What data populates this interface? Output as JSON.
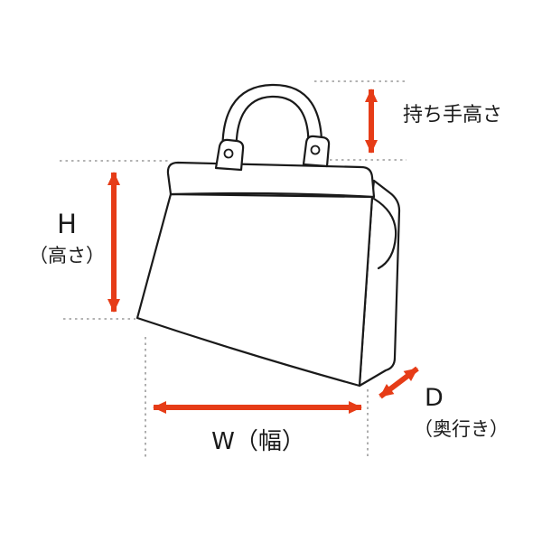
{
  "diagram": {
    "subject": "handbag-dimension-diagram",
    "illustration": "line drawing of a handbag with top handle, shown in three-quarter view"
  },
  "labels": {
    "handle_height": "持ち手高さ",
    "height_letter": "H",
    "height_sub": "（高さ）",
    "width": "W（幅）",
    "depth_letter": "D",
    "depth_sub": "（奥行き）"
  },
  "colors": {
    "arrow": "#e63c17",
    "line": "#1a1a1a",
    "dotted": "#9a9a9a",
    "background": "#ffffff"
  }
}
